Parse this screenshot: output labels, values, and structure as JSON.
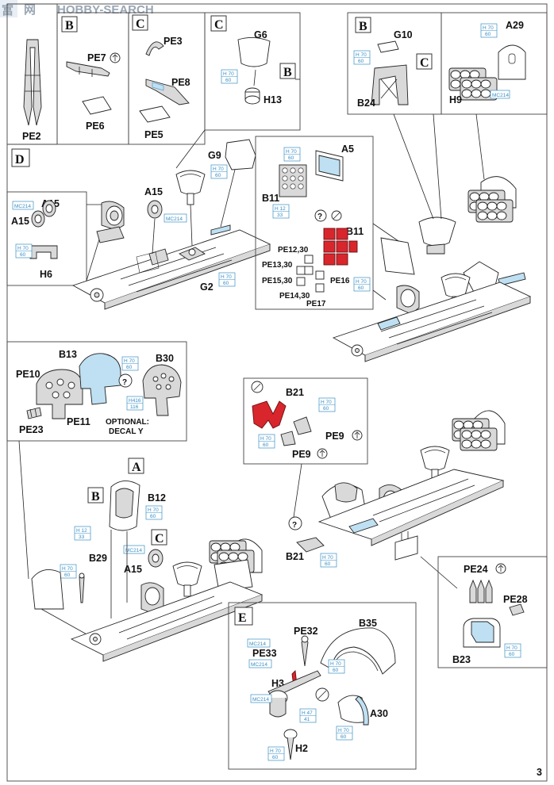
{
  "watermark": {
    "site_text": "HOBBY-SEARCH",
    "cn_text": "富",
    "cn_text2": "网"
  },
  "page_number": "3",
  "step_letters": [
    "B",
    "C",
    "D",
    "C",
    "B",
    "B",
    "C",
    "A",
    "B",
    "C",
    "E"
  ],
  "parts": {
    "pe2": "PE2",
    "pe7": "PE7",
    "pe6": "PE6",
    "pe3": "PE3",
    "pe8": "PE8",
    "pe5": "PE5",
    "g6": "G6",
    "h13": "H13",
    "g10": "G10",
    "b24": "B24",
    "a29": "A29",
    "h9": "H9",
    "g9": "G9",
    "a15a": "A15",
    "a15b": "A15",
    "a15c": "A15",
    "h6": "H6",
    "g2": "G2",
    "a5": "A5",
    "b11a": "B11",
    "b11b": "B11",
    "pe12": "PE12,30",
    "pe13": "PE13,30",
    "pe15": "PE15,30",
    "pe14": "PE14,30",
    "pe16": "PE16",
    "pe17": "PE17",
    "b13": "B13",
    "b30": "B30",
    "pe10": "PE10",
    "pe23": "PE23",
    "pe11": "PE11",
    "b21a": "B21",
    "pe9a": "PE9",
    "pe9b": "PE9",
    "b12": "B12",
    "b29": "B29",
    "a15d": "A15",
    "b21b": "B21",
    "pe24": "PE24",
    "pe28": "PE28",
    "b23": "B23",
    "b35": "B35",
    "pe32": "PE32",
    "pe33": "PE33",
    "h3": "H3",
    "a30": "A30",
    "h2": "H2"
  },
  "optional_note": [
    "OPTIONAL:",
    "DECAL Y"
  ],
  "paint_codes": {
    "h70_60": [
      "H 70",
      "60"
    ],
    "mc214": "MC214",
    "h12_33": [
      "H 12",
      "33"
    ],
    "h416_116": [
      "H416",
      "116"
    ],
    "h47_41": [
      "H 47",
      "41"
    ]
  },
  "symbols": {
    "question": "?"
  }
}
